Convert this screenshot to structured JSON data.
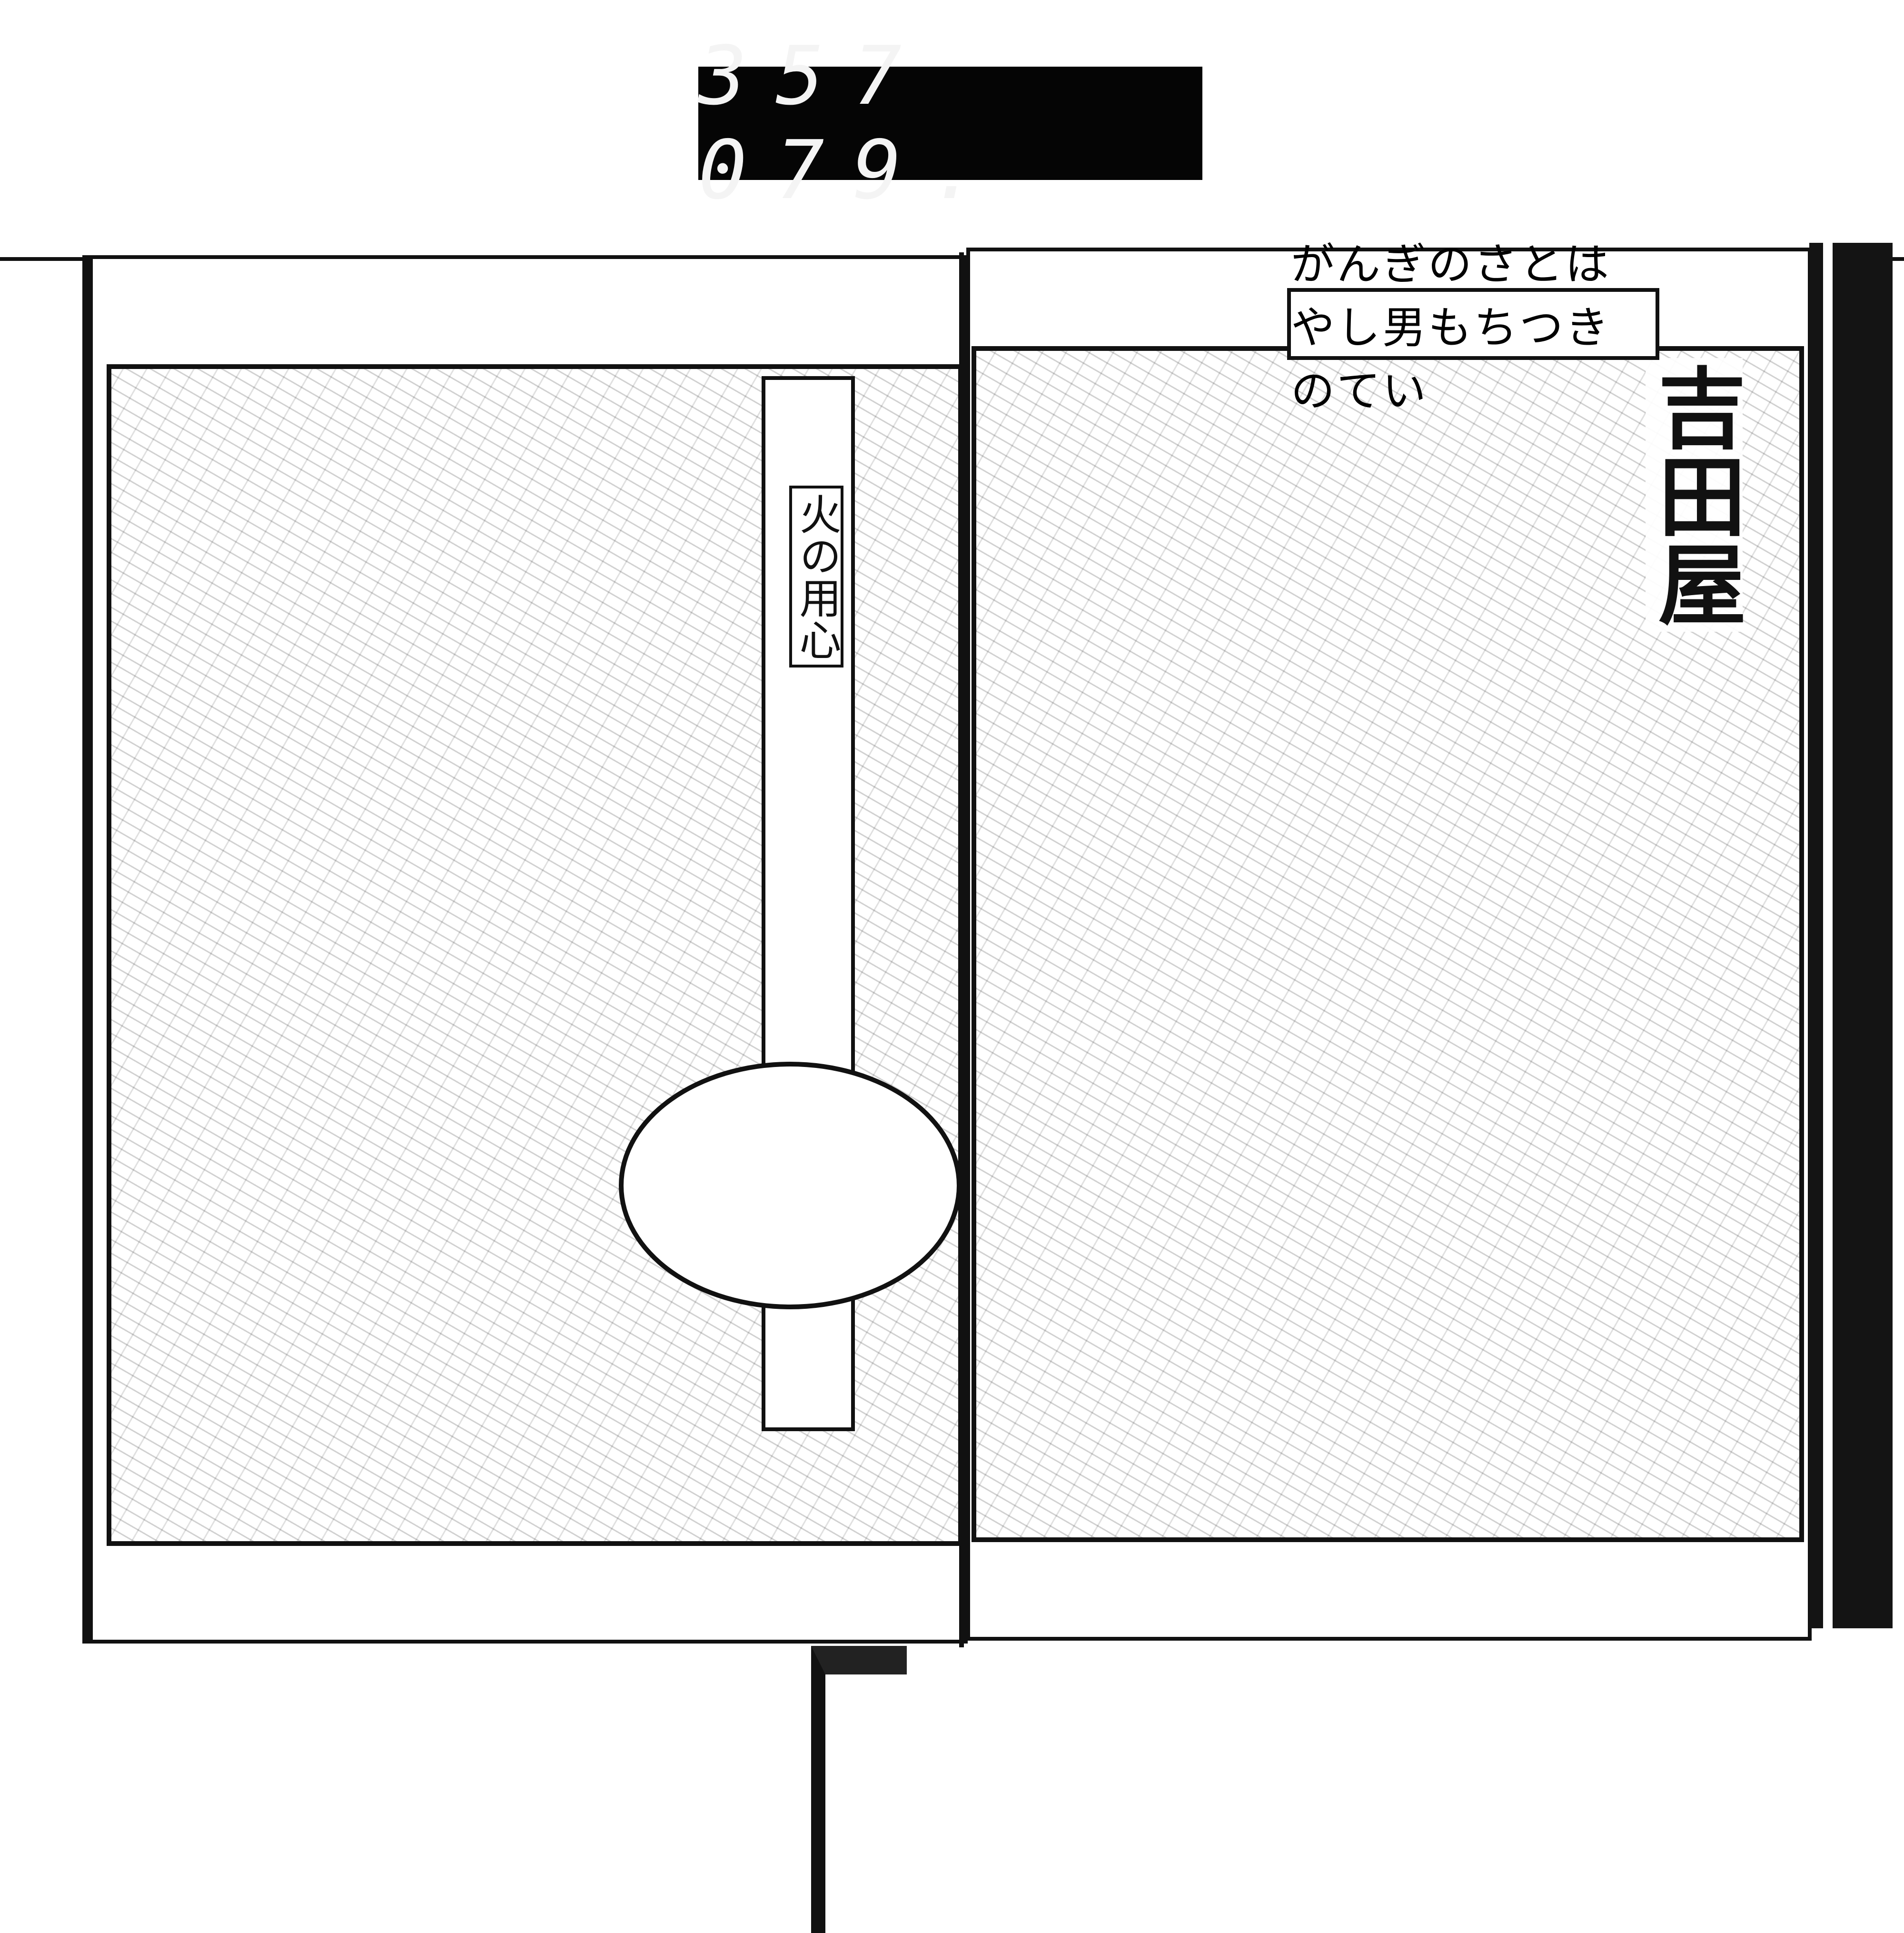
{
  "catalog_label": "357  079.",
  "left_page": {
    "sign_text": "火の用心"
  },
  "right_page": {
    "title_cartouche": "がんぎのさとはやし男もちつきのてい",
    "shop_banner": "吉田屋"
  },
  "colors": {
    "ink": "#111111",
    "paper": "#ffffff"
  }
}
